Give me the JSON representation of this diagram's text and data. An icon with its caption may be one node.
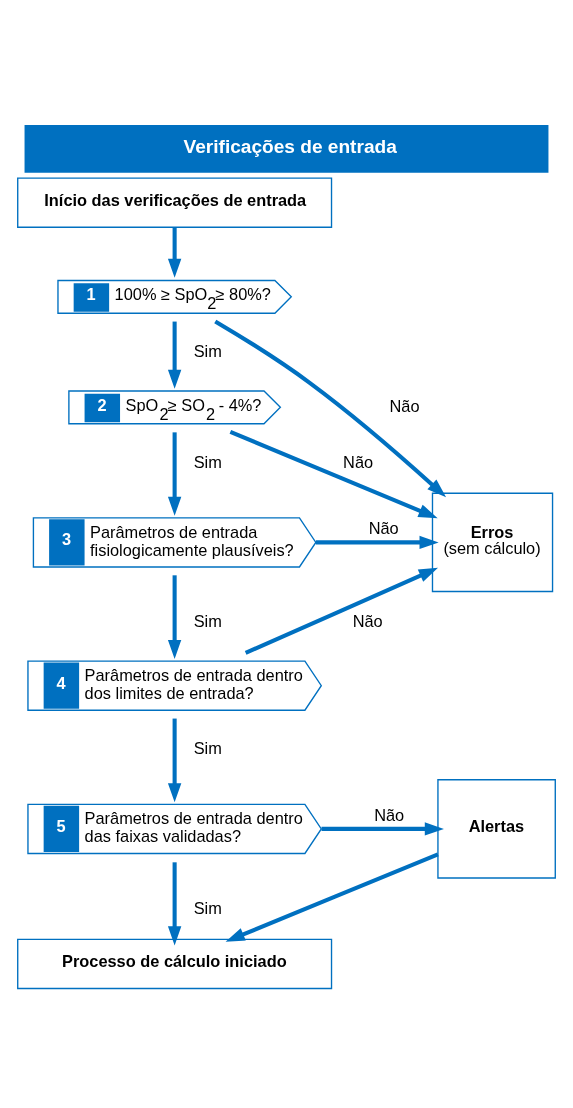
{
  "diagram": {
    "title": "Verificações de entrada",
    "nodes": [
      {
        "text": [
          "Início das verificações de entrada"
        ]
      },
      {
        "text": [
          "1",
          "100% ≥ SpO$_{2}$≥ 80%?"
        ]
      },
      {
        "text": [
          "2",
          "SpO$_{2}$≥ SO$_{2}$ - 4%?"
        ]
      },
      {
        "text": [
          "3",
          "Parâmetros de entrada fisiologicamente plausíveis?"
        ]
      },
      {
        "text": [
          "4",
          "Parâmetros de entrada dentro dos limites de entrada?"
        ]
      },
      {
        "text": [
          "5",
          "Parâmetros de entrada dentro das faixas validadas?"
        ]
      },
      {
        "text": [
          "Erros",
          "(sem cálculo)"
        ]
      },
      {
        "text": [
          "Alertas"
        ]
      },
      {
        "text": [
          "Processo de cálculo iniciado"
        ]
      }
    ],
    "edges": [
      {
        "from": 0,
        "to": 1,
        "arrow": "to"
      },
      {
        "from": 1,
        "to": 6,
        "arrow": "to",
        "label": "Não"
      },
      {
        "from": 1,
        "to": 2,
        "arrow": "to",
        "label": "Sim"
      },
      {
        "from": 2,
        "to": 6,
        "arrow": "to",
        "label": "Não"
      },
      {
        "from": 2,
        "to": 3,
        "arrow": "to",
        "label": "Sim"
      },
      {
        "from": 3,
        "to": 6,
        "arrow": "to",
        "label": "Não"
      },
      {
        "from": 3,
        "to": 4,
        "arrow": "to",
        "label": "Sim"
      },
      {
        "from": 4,
        "to": 6,
        "arrow": "to",
        "label": "Não"
      },
      {
        "from": 4,
        "to": 5,
        "arrow": "to",
        "label": "Sim"
      },
      {
        "from": 5,
        "to": 7,
        "arrow": "to",
        "label": "Não"
      },
      {
        "from": 5,
        "to": 8,
        "arrow": "to",
        "label": "Sim"
      },
      {
        "from": 7,
        "to": 8,
        "arrow": "to"
      }
    ]
  }
}
